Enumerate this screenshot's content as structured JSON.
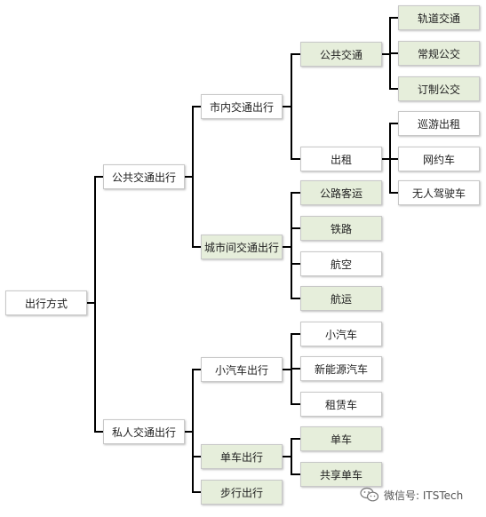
{
  "colors": {
    "connector": "#000000",
    "box_white": "#ffffff",
    "box_green": "#e6eedb",
    "box_border": "#c8c8c8"
  },
  "tree": {
    "root": {
      "label": "出行方式"
    },
    "level1": [
      {
        "id": "public",
        "label": "公共交通出行"
      },
      {
        "id": "private",
        "label": "私人交通出行"
      }
    ],
    "level2": [
      {
        "id": "intra",
        "parent": "public",
        "label": "市内交通出行"
      },
      {
        "id": "inter",
        "parent": "public",
        "label": "城市间交通出行"
      },
      {
        "id": "car",
        "parent": "private",
        "label": "小汽车出行"
      },
      {
        "id": "bike",
        "parent": "private",
        "label": "单车出行"
      },
      {
        "id": "walk",
        "parent": "private",
        "label": "步行出行"
      }
    ],
    "level3": [
      {
        "id": "transit",
        "parent": "intra",
        "label": "公共交通"
      },
      {
        "id": "taxi",
        "parent": "intra",
        "label": "出租"
      },
      {
        "id": "road",
        "parent": "inter",
        "label": "公路客运"
      },
      {
        "id": "rail",
        "parent": "inter",
        "label": "铁路"
      },
      {
        "id": "air",
        "parent": "inter",
        "label": "航空"
      },
      {
        "id": "ship",
        "parent": "inter",
        "label": "航运"
      },
      {
        "id": "minicar",
        "parent": "car",
        "label": "小汽车"
      },
      {
        "id": "ev",
        "parent": "car",
        "label": "新能源汽车"
      },
      {
        "id": "rental",
        "parent": "car",
        "label": "租赁车"
      },
      {
        "id": "ownbike",
        "parent": "bike",
        "label": "单车"
      },
      {
        "id": "sharebike",
        "parent": "bike",
        "label": "共享单车"
      }
    ],
    "level4": [
      {
        "id": "railtransit",
        "parent": "transit",
        "label": "轨道交通"
      },
      {
        "id": "regularbus",
        "parent": "transit",
        "label": "常规公交"
      },
      {
        "id": "custombus",
        "parent": "transit",
        "label": "订制公交"
      },
      {
        "id": "cruisetaxi",
        "parent": "taxi",
        "label": "巡游出租"
      },
      {
        "id": "ridehail",
        "parent": "taxi",
        "label": "网约车"
      },
      {
        "id": "autonomous",
        "parent": "taxi",
        "label": "无人驾驶车"
      }
    ]
  },
  "watermark": {
    "icon": "wechat-icon",
    "text": "微信号: ITSTech"
  }
}
